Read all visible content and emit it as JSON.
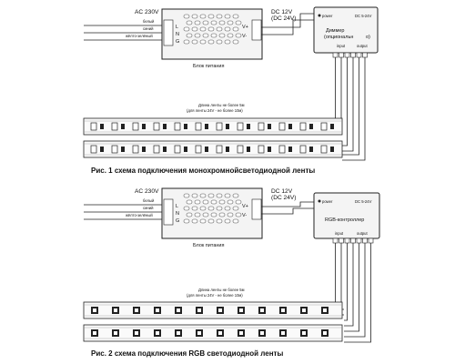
{
  "fig1": {
    "ac_label": "AC 230V",
    "wire_labels": [
      "белый",
      "синий",
      "жёлто-зелёный"
    ],
    "input_terminals": [
      "L",
      "N",
      "G"
    ],
    "output_terminals": [
      "V+",
      "V-"
    ],
    "dc_label_1": "DC 12V",
    "dc_label_2": "(DC 24V)",
    "psu_caption": "Блок питания",
    "ctrl_power": "power",
    "ctrl_voltage": "DC 5-24V",
    "ctrl_name_1": "Диммер",
    "ctrl_name_2": "(опциональн",
    "ctrl_name_3": "о)",
    "ctrl_input": "input",
    "ctrl_output": "output",
    "strip_note_1": "Длина ленты не более 5м",
    "strip_note_2": "(для ленты 24V - не более 10м)",
    "caption": "Рис. 1 схема подключения монохромнойсветодиодной ленты"
  },
  "fig2": {
    "ac_label": "AC 230V",
    "wire_labels": [
      "белый",
      "синий",
      "жёлто-зелёный"
    ],
    "input_terminals": [
      "L",
      "N",
      "G"
    ],
    "output_terminals": [
      "V+",
      "V-"
    ],
    "dc_label_1": "DC 12V",
    "dc_label_2": "(DC 24V)",
    "psu_caption": "Блок питания",
    "ctrl_power": "power",
    "ctrl_voltage": "DC 5-24V",
    "ctrl_name": "RGB-контроллер",
    "ctrl_input": "input",
    "ctrl_output": "output",
    "strip_note_1": "Длина ленты не более 5м",
    "strip_note_2": "(для ленты 24V - не более 10м)",
    "caption": "Рис. 2 схема подключения RGB светодиодной ленты"
  }
}
